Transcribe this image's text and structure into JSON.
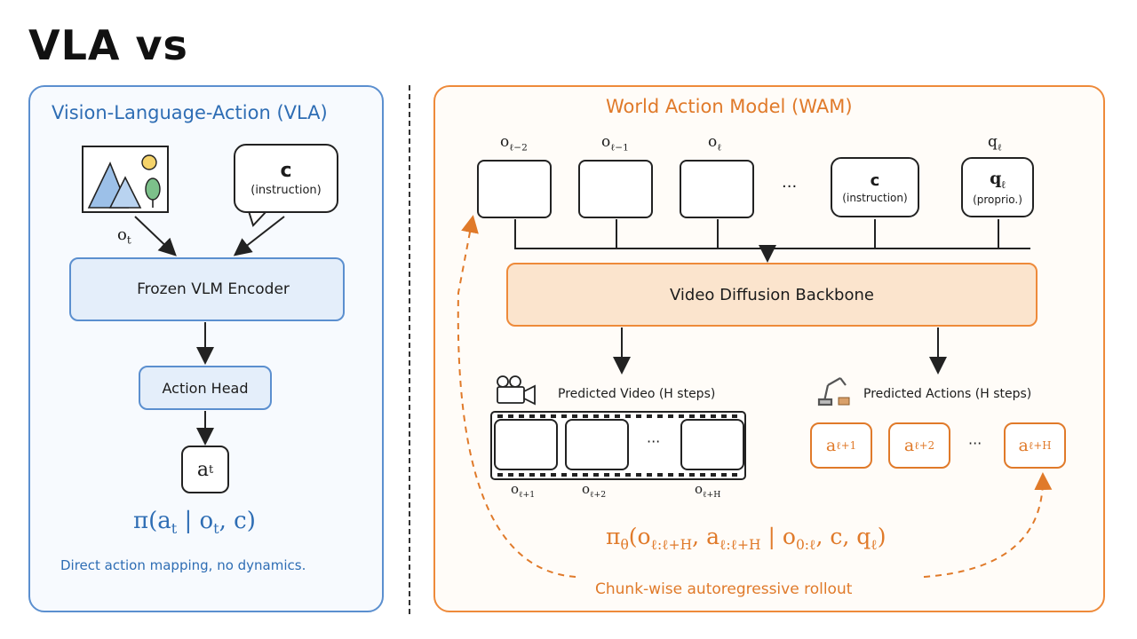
{
  "page_title": "VLA vs",
  "vla": {
    "title": "Vision-Language-Action (VLA)",
    "obs_label": "o",
    "obs_sub": "t",
    "instruction_symbol": "c",
    "instruction_text": "(instruction)",
    "encoder_label": "Frozen VLM Encoder",
    "head_label": "Action Head",
    "action_symbol": "a",
    "action_sub": "t",
    "formula": "π(a_t | o_t, c)",
    "caption": "Direct action mapping, no dynamics."
  },
  "wam": {
    "title": "World Action Model (WAM)",
    "obs_labels": [
      "o_{ℓ−2}",
      "o_{ℓ−1}",
      "o_ℓ"
    ],
    "ellipsis": "···",
    "instruction_symbol": "c",
    "instruction_text": "(instruction)",
    "proprio_label": "q_ℓ",
    "proprio_symbol": "q_ℓ",
    "proprio_text": "(proprio.)",
    "backbone_label": "Video Diffusion Backbone",
    "predicted_video_label": "Predicted Video (H steps)",
    "predicted_actions_label": "Predicted Actions (H steps)",
    "video_frame_labels": [
      "o_{ℓ+1}",
      "o_{ℓ+2}",
      "o_{ℓ+H}"
    ],
    "action_labels": [
      "a_{ℓ+1}",
      "a_{ℓ+2}",
      "a_{ℓ+H}"
    ],
    "formula": "π_θ(o_{ℓ:ℓ+H}, a_{ℓ:ℓ+H} | o_{0:ℓ}, c, q_ℓ)",
    "caption": "Chunk-wise autoregressive rollout"
  },
  "colors": {
    "vla_accent": "#2e6db4",
    "vla_border": "#5b8fcf",
    "wam_accent": "#e07a2a",
    "wam_border": "#ee8a3a"
  },
  "icons": {
    "lock": "lock-icon",
    "network": "network-icon",
    "camera": "camera-icon",
    "robot": "robot-arm-icon",
    "image": "landscape-image-icon"
  }
}
